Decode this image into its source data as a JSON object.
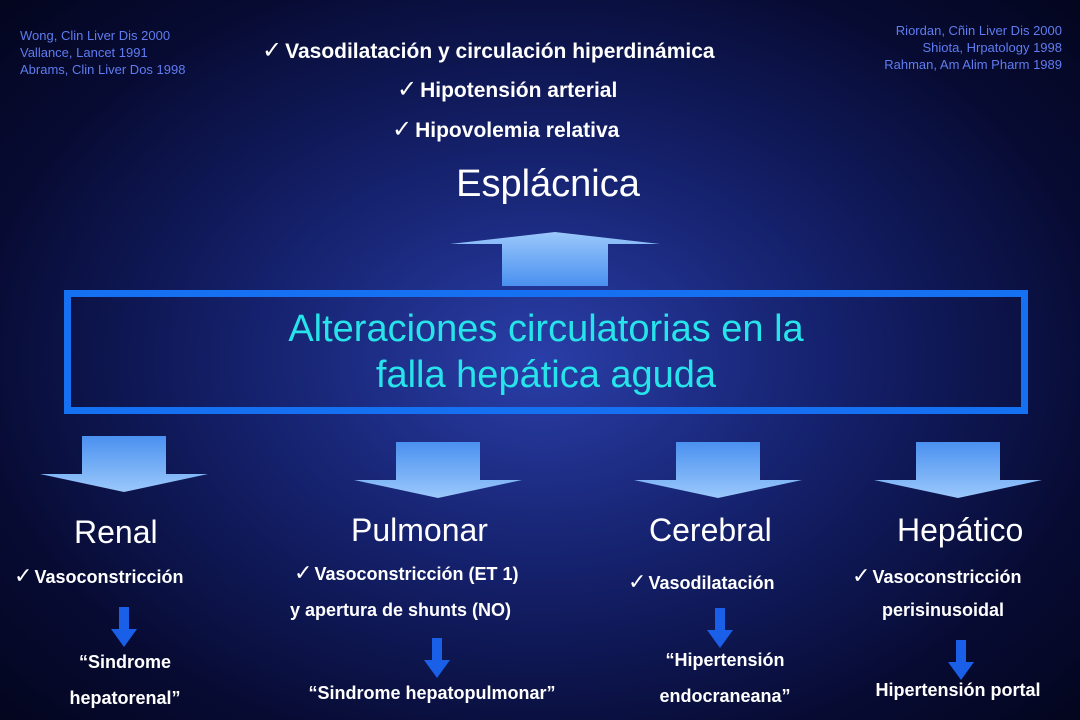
{
  "refs_left": [
    "Wong, Clin Liver Dis 2000",
    "Vallance, Lancet 1991",
    "Abrams, Clin Liver Dos 1998"
  ],
  "refs_right": [
    "Riordan, Cñin Liver Dis 2000",
    "Shiota, Hrpatology 1998",
    "Rahman, Am Alim Pharm 1989"
  ],
  "splanchnic": {
    "bullets": [
      "Vasodilatación y circulación hiperdinámica",
      "Hipotensión arterial",
      "Hipovolemia relativa"
    ],
    "label": "Esplácnica"
  },
  "main_title": [
    "Alteraciones circulatorias en la",
    "falla hepática aguda"
  ],
  "check_icon": "✓",
  "colors": {
    "box_border": "#1670f2",
    "title_text": "#27e4ea",
    "arrow_light": "#5ea6f7",
    "arrow_dark": "#1a5fe8",
    "refs": "#5f7cf0"
  },
  "organs": [
    {
      "name": "Renal",
      "bullet": "Vasoconstricción",
      "bullet_cont": "",
      "outcome": [
        "“Sindrome",
        "hepatorenal”"
      ]
    },
    {
      "name": "Pulmonar",
      "bullet": "Vasoconstricción (ET 1)",
      "bullet_cont": "y apertura de shunts (NO)",
      "outcome": [
        "“Sindrome hepatopulmonar”"
      ]
    },
    {
      "name": "Cerebral",
      "bullet": "Vasodilatación",
      "bullet_cont": "",
      "outcome": [
        "“Hipertensión",
        "endocraneana”"
      ]
    },
    {
      "name": "Hepático",
      "bullet": "Vasoconstricción",
      "bullet_cont": "perisinusoidal",
      "outcome": [
        "Hipertensión portal"
      ]
    }
  ]
}
